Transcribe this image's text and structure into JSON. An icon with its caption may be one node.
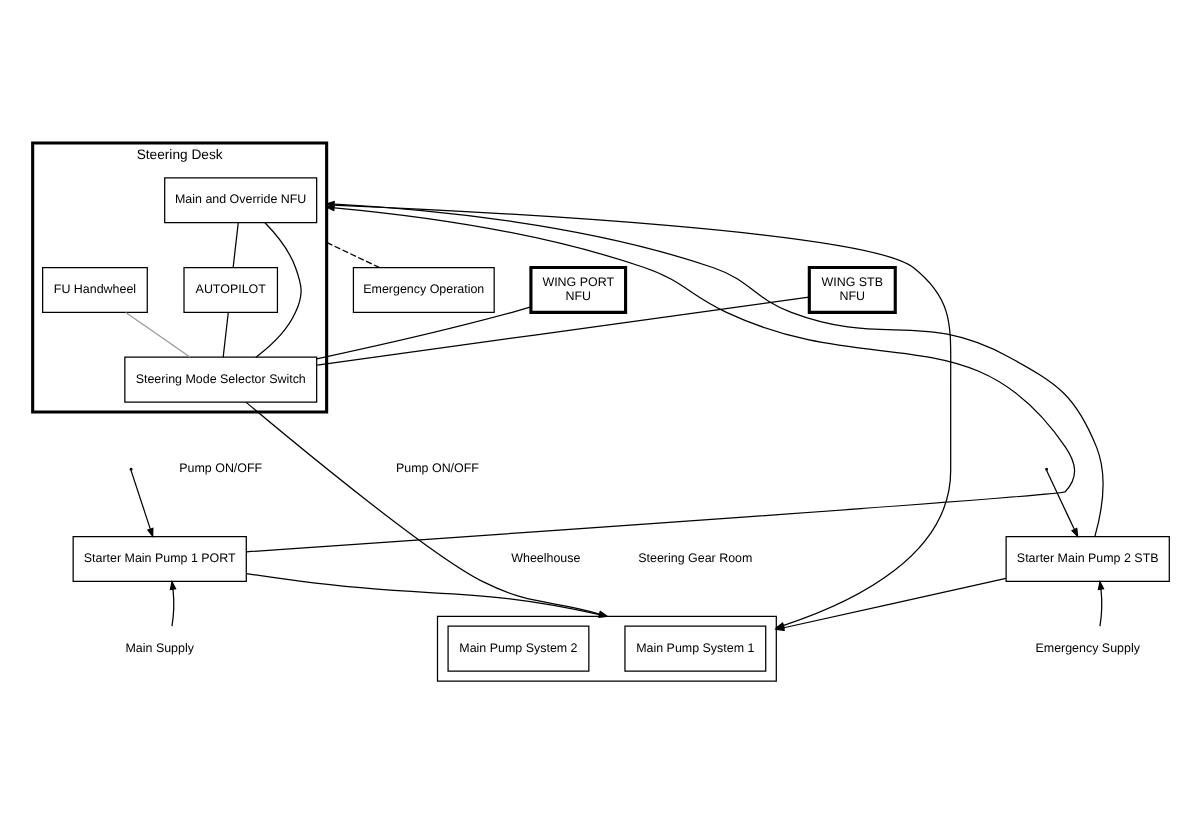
{
  "diagram": {
    "nodes": [
      {
        "text": [
          "Steering Desk"
        ]
      },
      {
        "text": [
          "WING PORT",
          "NFU"
        ]
      },
      {
        "text": [
          "WING STB",
          "NFU"
        ]
      },
      {
        "text": [
          "Main and Override NFU"
        ],
        "in": 0
      },
      {
        "text": [
          "FU Handwheel"
        ],
        "in": 0
      },
      {
        "text": [
          "AUTOPILOT"
        ],
        "in": 0
      },
      {
        "text": [
          "Steering Mode Selector Switch"
        ],
        "in": 0
      },
      {
        "text": [],
        "shape": "box"
      },
      {
        "text": [
          "Emergency Operation"
        ]
      },
      {
        "text": [
          "Main Pump System 1"
        ],
        "in": 7
      },
      {
        "text": [
          "Main Pump System 2"
        ],
        "in": 7
      },
      {
        "text": [
          "Starter Main Pump 1 PORT"
        ]
      },
      {
        "text": [
          "Starter Main Pump 2 STB"
        ]
      },
      {
        "text": [
          "Main Supply"
        ]
      },
      {
        "text": [
          "Emergency Supply"
        ]
      }
    ],
    "edges": [
      {
        "from": 1,
        "to": 6,
        "arrow": "none"
      },
      {
        "from": 2,
        "to": 6,
        "arrow": "none"
      },
      {
        "from": 3,
        "to": 6,
        "arrow": "none"
      },
      {
        "from": 3,
        "to": 5,
        "arrow": "none"
      },
      {
        "from": 4,
        "to": 6,
        "arrow": "none",
        "color": "#999999"
      },
      {
        "from": 5,
        "to": 6,
        "arrow": "none"
      },
      {
        "from": 6,
        "to": 7,
        "arrow": "to"
      },
      {
        "from": 0,
        "to": 7,
        "arrow": "to"
      },
      {
        "from": 0,
        "to": 8,
        "arrow": "none",
        "style": "dashed"
      },
      {
        "from": 11,
        "to": 0,
        "arrow": "to"
      },
      {
        "from": null,
        "to": 11,
        "arrow": "to"
      },
      {
        "from": 12,
        "to": 0,
        "arrow": "to"
      },
      {
        "from": null,
        "to": 12,
        "arrow": "to"
      },
      {
        "from": 11,
        "to": 7,
        "arrow": "to"
      },
      {
        "from": 12,
        "to": 7,
        "arrow": "to"
      },
      {
        "from": 13,
        "to": 11,
        "arrow": "to"
      },
      {
        "from": 14,
        "to": 12,
        "arrow": "to"
      }
    ],
    "labels": [
      "Pump ON/OFF",
      "Pump ON/OFF",
      "Wheelhouse",
      "Steering Gear Room"
    ]
  }
}
